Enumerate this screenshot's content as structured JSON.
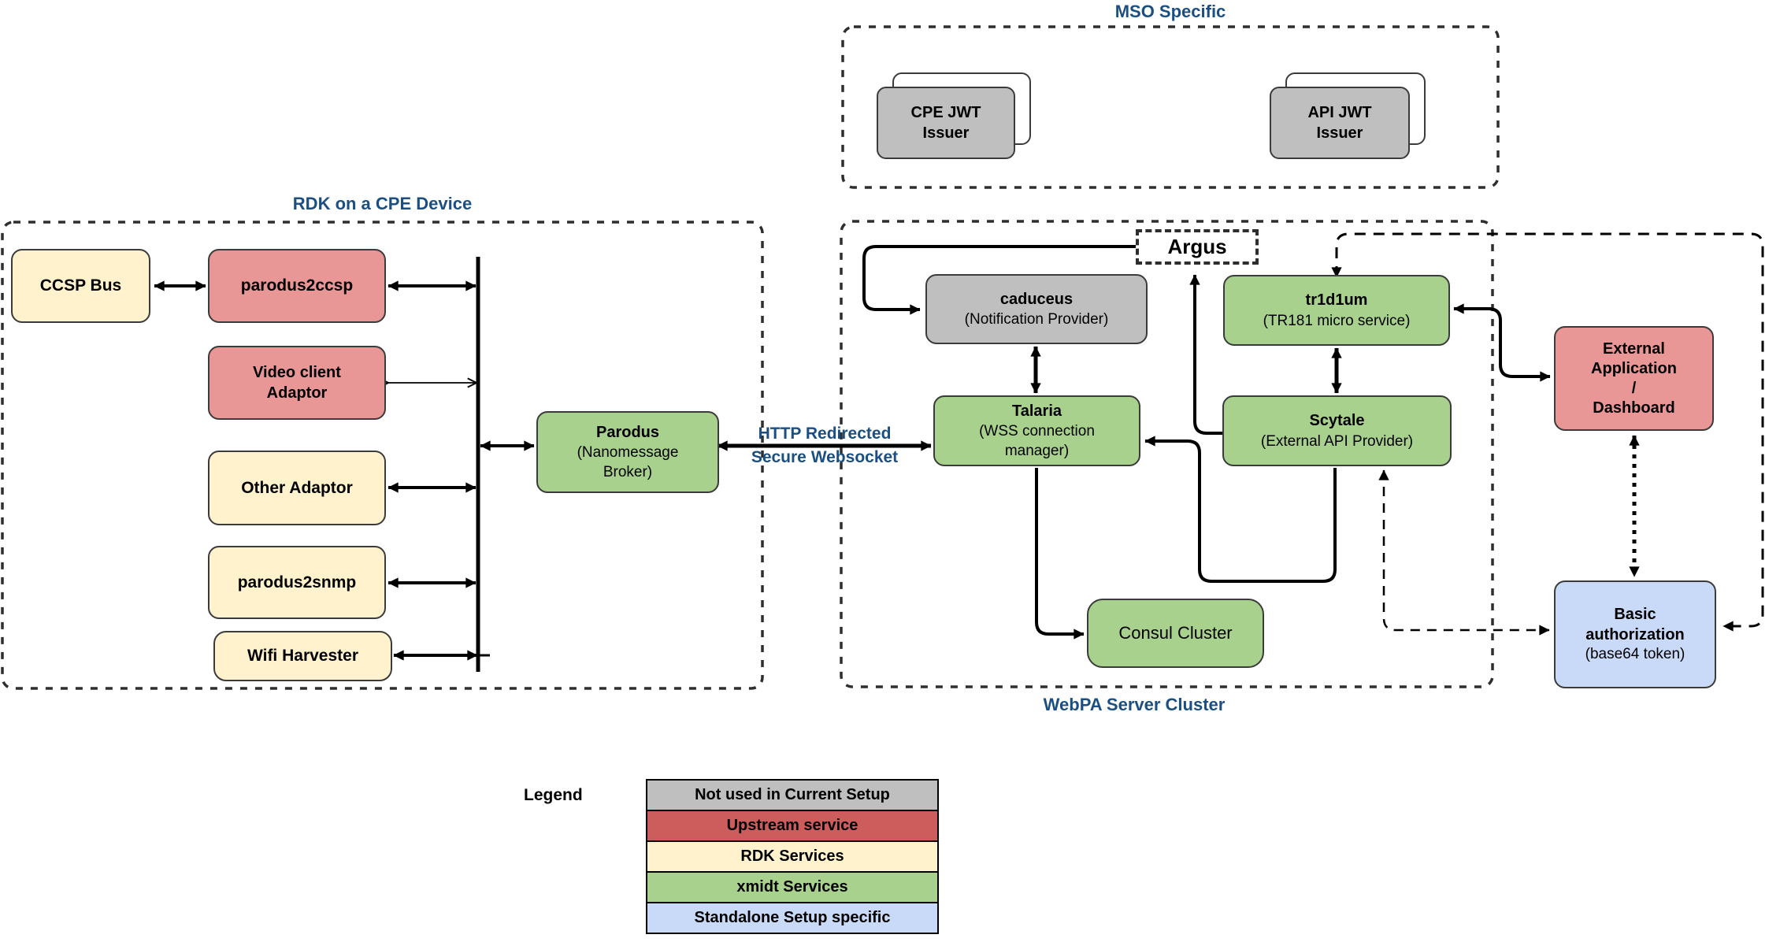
{
  "palette": {
    "not_used_gray": "#BFBFBF",
    "upstream_red": "#CD5C5C",
    "node_red": "#E89696",
    "rdk_yellow": "#FFF2CC",
    "xmidt_green": "#A9D18E",
    "standalone_blue": "#C9DAF8",
    "title_blue": "#1B4F82",
    "white": "#FFFFFF",
    "line_black": "#000000"
  },
  "sections": {
    "mso": {
      "title": "MSO Specific"
    },
    "rdk": {
      "title": "RDK on a CPE Device"
    },
    "webpa": {
      "title": "WebPA Server Cluster"
    }
  },
  "nodes": {
    "ccsp_bus": {
      "label": "CCSP Bus"
    },
    "parodus2ccsp": {
      "label": "parodus2ccsp"
    },
    "video_adaptor": {
      "l1": "Video client",
      "l2": "Adaptor"
    },
    "other_adaptor": {
      "label": "Other Adaptor"
    },
    "parodus2snmp": {
      "label": "parodus2snmp"
    },
    "wifi_harvester": {
      "label": "Wifi Harvester"
    },
    "parodus": {
      "title": "Parodus",
      "sub": "(Nanomessage Broker)"
    },
    "cpe_jwt": {
      "l1": "CPE JWT",
      "l2": "Issuer"
    },
    "api_jwt": {
      "l1": "API JWT",
      "l2": "Issuer"
    },
    "argus": {
      "label": "Argus"
    },
    "caduceus": {
      "title": "caduceus",
      "sub": "(Notification Provider)"
    },
    "tr1d1um": {
      "title": "tr1d1um",
      "sub": "(TR181 micro service)"
    },
    "talaria": {
      "title": "Talaria",
      "sub": "(WSS connection manager)"
    },
    "scytale": {
      "title": "Scytale",
      "sub": "(External API Provider)"
    },
    "consul": {
      "label": "Consul Cluster"
    },
    "external_app": {
      "l1": "External",
      "l2": "Application",
      "l3": "/",
      "l4": "Dashboard"
    },
    "basic_auth": {
      "l1": "Basic",
      "l2": "authorization",
      "sub": "(base64 token)"
    }
  },
  "edge_label": {
    "l1": "HTTP Redirected",
    "l2": "Secure Websocket"
  },
  "edges": [
    {
      "from": "CCSP Bus",
      "to": "parodus2ccsp",
      "style": "solid",
      "arrows": "both"
    },
    {
      "from": "parodus2ccsp",
      "to": "device-bus",
      "style": "solid",
      "arrows": "both"
    },
    {
      "from": "Video client Adaptor",
      "to": "device-bus",
      "style": "thin-open",
      "arrows": "both"
    },
    {
      "from": "Other Adaptor",
      "to": "device-bus",
      "style": "solid",
      "arrows": "both"
    },
    {
      "from": "parodus2snmp",
      "to": "device-bus",
      "style": "solid",
      "arrows": "both"
    },
    {
      "from": "Wifi Harvester",
      "to": "device-bus",
      "style": "solid",
      "arrows": "both"
    },
    {
      "from": "device-bus",
      "to": "Parodus",
      "style": "solid",
      "arrows": "both"
    },
    {
      "from": "Parodus",
      "to": "Talaria",
      "style": "solid",
      "arrows": "both",
      "label": "HTTP Redirected Secure Websocket"
    },
    {
      "from": "Argus",
      "to": "caduceus",
      "style": "solid",
      "arrows": "end"
    },
    {
      "from": "Scytale",
      "to": "Argus",
      "style": "solid",
      "arrows": "end"
    },
    {
      "from": "caduceus",
      "to": "Talaria",
      "style": "solid",
      "arrows": "both"
    },
    {
      "from": "tr1d1um",
      "to": "Scytale",
      "style": "solid",
      "arrows": "both"
    },
    {
      "from": "Scytale",
      "to": "Talaria",
      "style": "solid",
      "arrows": "end"
    },
    {
      "from": "Talaria",
      "to": "Consul Cluster",
      "style": "solid",
      "arrows": "end"
    },
    {
      "from": "tr1d1um",
      "to": "External Application / Dashboard",
      "style": "solid",
      "arrows": "both"
    },
    {
      "from": "External Application / Dashboard",
      "to": "Basic authorization",
      "style": "dotted",
      "arrows": "both"
    },
    {
      "from": "Scytale",
      "to": "Basic authorization",
      "style": "dashed",
      "arrows": "both"
    },
    {
      "from": "tr1d1um",
      "to": "Basic authorization",
      "style": "dashed-long",
      "arrows": "both"
    }
  ],
  "legend": {
    "title": "Legend",
    "items": [
      {
        "label": "Not used in Current Setup",
        "color": "#BFBFBF"
      },
      {
        "label": "Upstream service",
        "color": "#CD5C5C"
      },
      {
        "label": "RDK Services",
        "color": "#FFF2CC"
      },
      {
        "label": "xmidt Services",
        "color": "#A9D18E"
      },
      {
        "label": "Standalone Setup specific",
        "color": "#C9DAF8"
      }
    ]
  }
}
